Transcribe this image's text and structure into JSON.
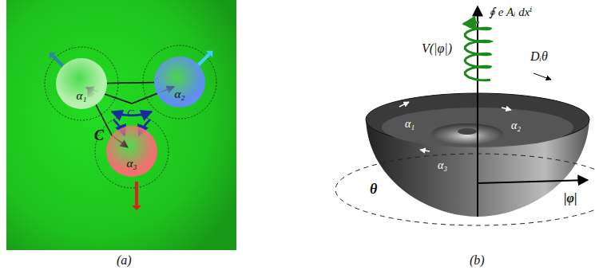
{
  "diagram": {
    "nodes": [
      {
        "text": [
          "α₁"
        ]
      },
      {
        "text": [
          "α₂"
        ]
      },
      {
        "text": [
          "α₃"
        ]
      }
    ],
    "edges": [
      {
        "from": 0,
        "to": 1,
        "arrow": "none"
      }
    ],
    "labels": [
      "C",
      "C",
      "(a)",
      "V(|φ|)",
      "∮ e Aᵢ dxⁱ",
      "Dᵢθ",
      "θ",
      "|φ|",
      "α₁",
      "α₂",
      "α₃",
      "(b)"
    ]
  }
}
